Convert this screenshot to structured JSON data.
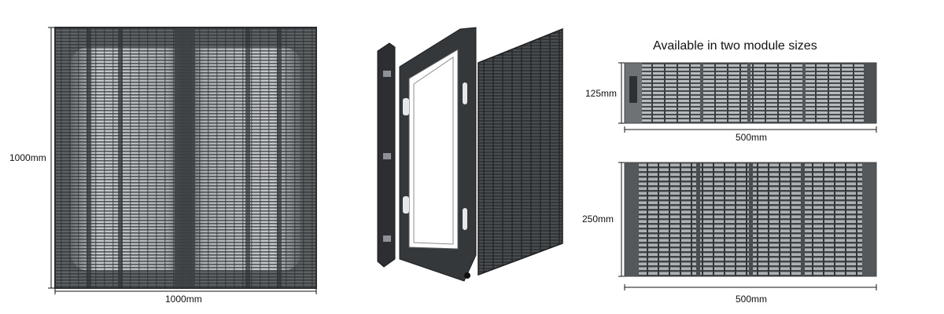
{
  "heading": "Available in two module sizes",
  "cabinet": {
    "height_label": "1000mm",
    "width_label": "1000mm"
  },
  "module_small": {
    "height_label": "125mm",
    "width_label": "500mm"
  },
  "module_large": {
    "height_label": "250mm",
    "width_label": "500mm"
  },
  "colors": {
    "panel_dark": "#3a3d40",
    "panel_light": "#b9bcbf",
    "frame": "#2f3134",
    "line": "#111111"
  }
}
